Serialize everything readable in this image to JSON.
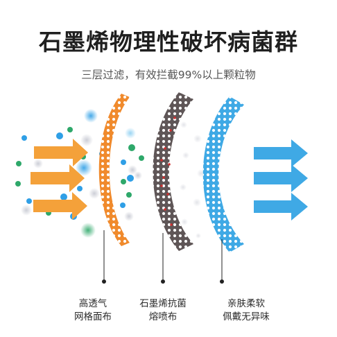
{
  "header": {
    "title": "石墨烯物理性破坏病菌群",
    "subtitle": "三层过滤，有效拦截99%以上颗粒物"
  },
  "layers": [
    {
      "line1": "高透气",
      "line2": "网格面布",
      "color": "#f08a2c"
    },
    {
      "line1": "石墨烯抗菌",
      "line2": "熔喷布",
      "color": "#5f5657"
    },
    {
      "line1": "亲肤柔软",
      "line2": "佩戴无异味",
      "color": "#3fa9e5"
    }
  ],
  "colors": {
    "incoming_arrow": "#f4a13a",
    "outgoing_arrow": "#3fa9e5",
    "particles": [
      "#2f9fe6",
      "#2ea86a",
      "#c9cbd4",
      "#8fd0f2"
    ],
    "filtered_dots": "#cc2f2f"
  }
}
